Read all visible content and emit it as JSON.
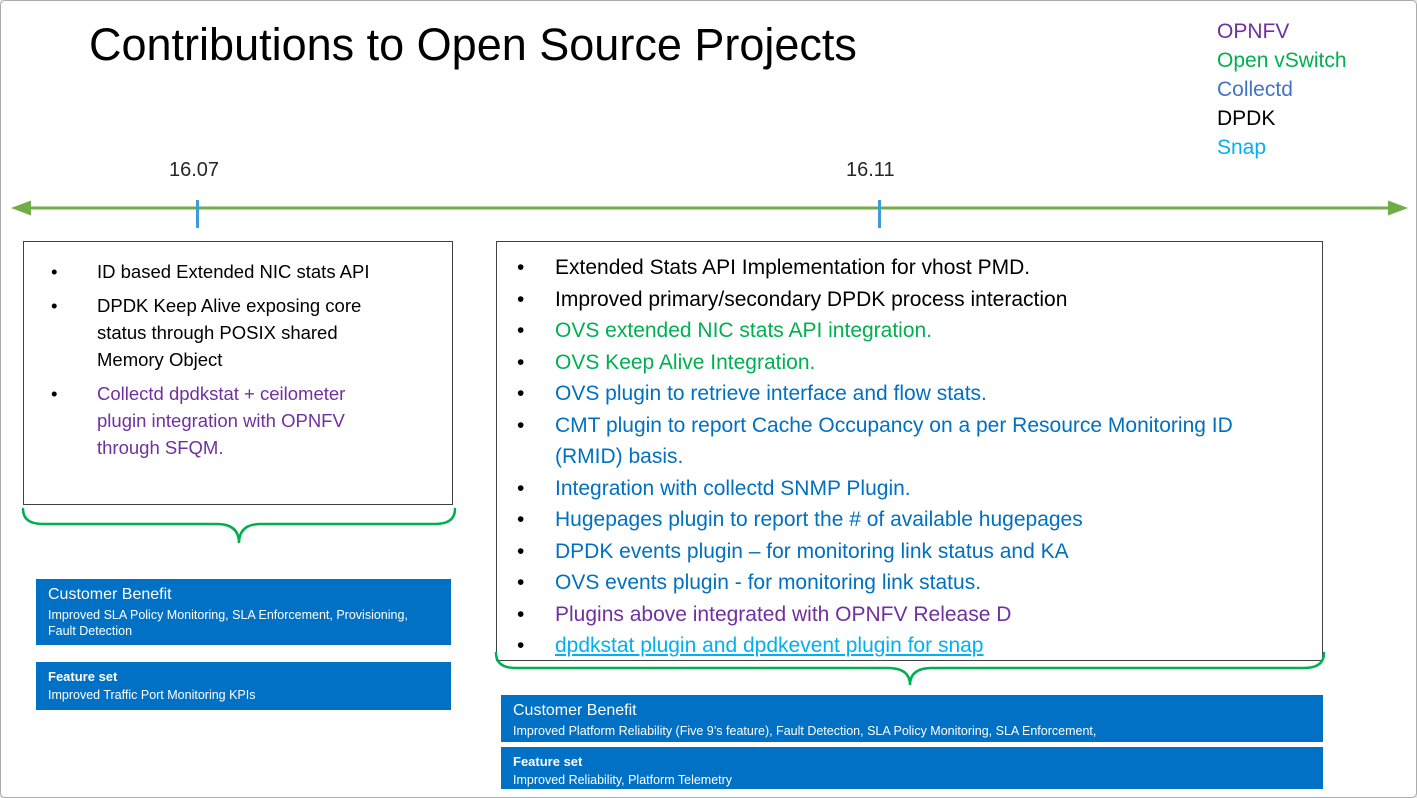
{
  "slide": {
    "title": "Contributions to Open Source Projects"
  },
  "legend": {
    "items": [
      {
        "label": "OPNFV",
        "color": "#7030A0"
      },
      {
        "label": "Open vSwitch",
        "color": "#00B050"
      },
      {
        "label": "Collectd",
        "color": "#4472C4"
      },
      {
        "label": "DPDK",
        "color": "#000000"
      },
      {
        "label": "Snap",
        "color": "#00B0F0"
      }
    ]
  },
  "timeline": {
    "color": "#70AD47",
    "tick_color": "#3E9CD6",
    "milestones": [
      {
        "label": "16.07"
      },
      {
        "label": "16.11"
      }
    ]
  },
  "colors": {
    "purple": "#7030A0",
    "green": "#00B050",
    "blue": "#0070C0",
    "cyan": "#00B0F0",
    "bar_blue": "#0071C5",
    "brace_green": "#00B050"
  },
  "left_panel": {
    "bullets": [
      {
        "text": "ID based Extended NIC stats API",
        "color": "#000000"
      },
      {
        "text": "DPDK Keep Alive exposing core status through POSIX shared Memory Object",
        "color": "#000000"
      },
      {
        "text": "Collectd dpdkstat + ceilometer plugin integration with OPNFV through SFQM.",
        "color": "#7030A0"
      }
    ],
    "customer_benefit": {
      "title": "Customer Benefit",
      "text": "Improved SLA Policy Monitoring, SLA Enforcement, Provisioning, Fault Detection"
    },
    "feature_set": {
      "title": "Feature set",
      "text": "Improved Traffic Port Monitoring KPIs"
    }
  },
  "right_panel": {
    "bullets": [
      {
        "text": "Extended Stats API Implementation for vhost PMD.",
        "color": "#000000"
      },
      {
        "text": "Improved primary/secondary DPDK process interaction",
        "color": "#000000"
      },
      {
        "text": "OVS extended NIC stats API integration.",
        "color": "#00B050"
      },
      {
        "text": "OVS Keep Alive Integration.",
        "color": "#00B050"
      },
      {
        "text": "OVS plugin to retrieve interface and flow stats.",
        "color": "#0070C0"
      },
      {
        "text": "CMT plugin to report Cache Occupancy on a per Resource Monitoring ID (RMID) basis.",
        "color": "#0070C0"
      },
      {
        "text": "Integration with collectd SNMP Plugin.",
        "color": "#0070C0"
      },
      {
        "text": "Hugepages plugin to report the # of available hugepages",
        "color": "#0070C0"
      },
      {
        "text": "DPDK events plugin – for monitoring link status and KA",
        "color": "#0070C0"
      },
      {
        "text": "OVS events plugin - for monitoring link status.",
        "color": "#0070C0"
      },
      {
        "text": "Plugins above integrated with OPNFV Release D",
        "color": "#7030A0"
      },
      {
        "text": "dpdkstat plugin and dpdkevent plugin for snap",
        "color": "#00B0F0",
        "underline": true
      }
    ],
    "customer_benefit": {
      "title": "Customer Benefit",
      "text": "Improved Platform Reliability (Five 9’s feature), Fault Detection, SLA Policy Monitoring, SLA Enforcement,"
    },
    "feature_set": {
      "title": "Feature set",
      "text": "Improved Reliability, Platform Telemetry"
    }
  }
}
